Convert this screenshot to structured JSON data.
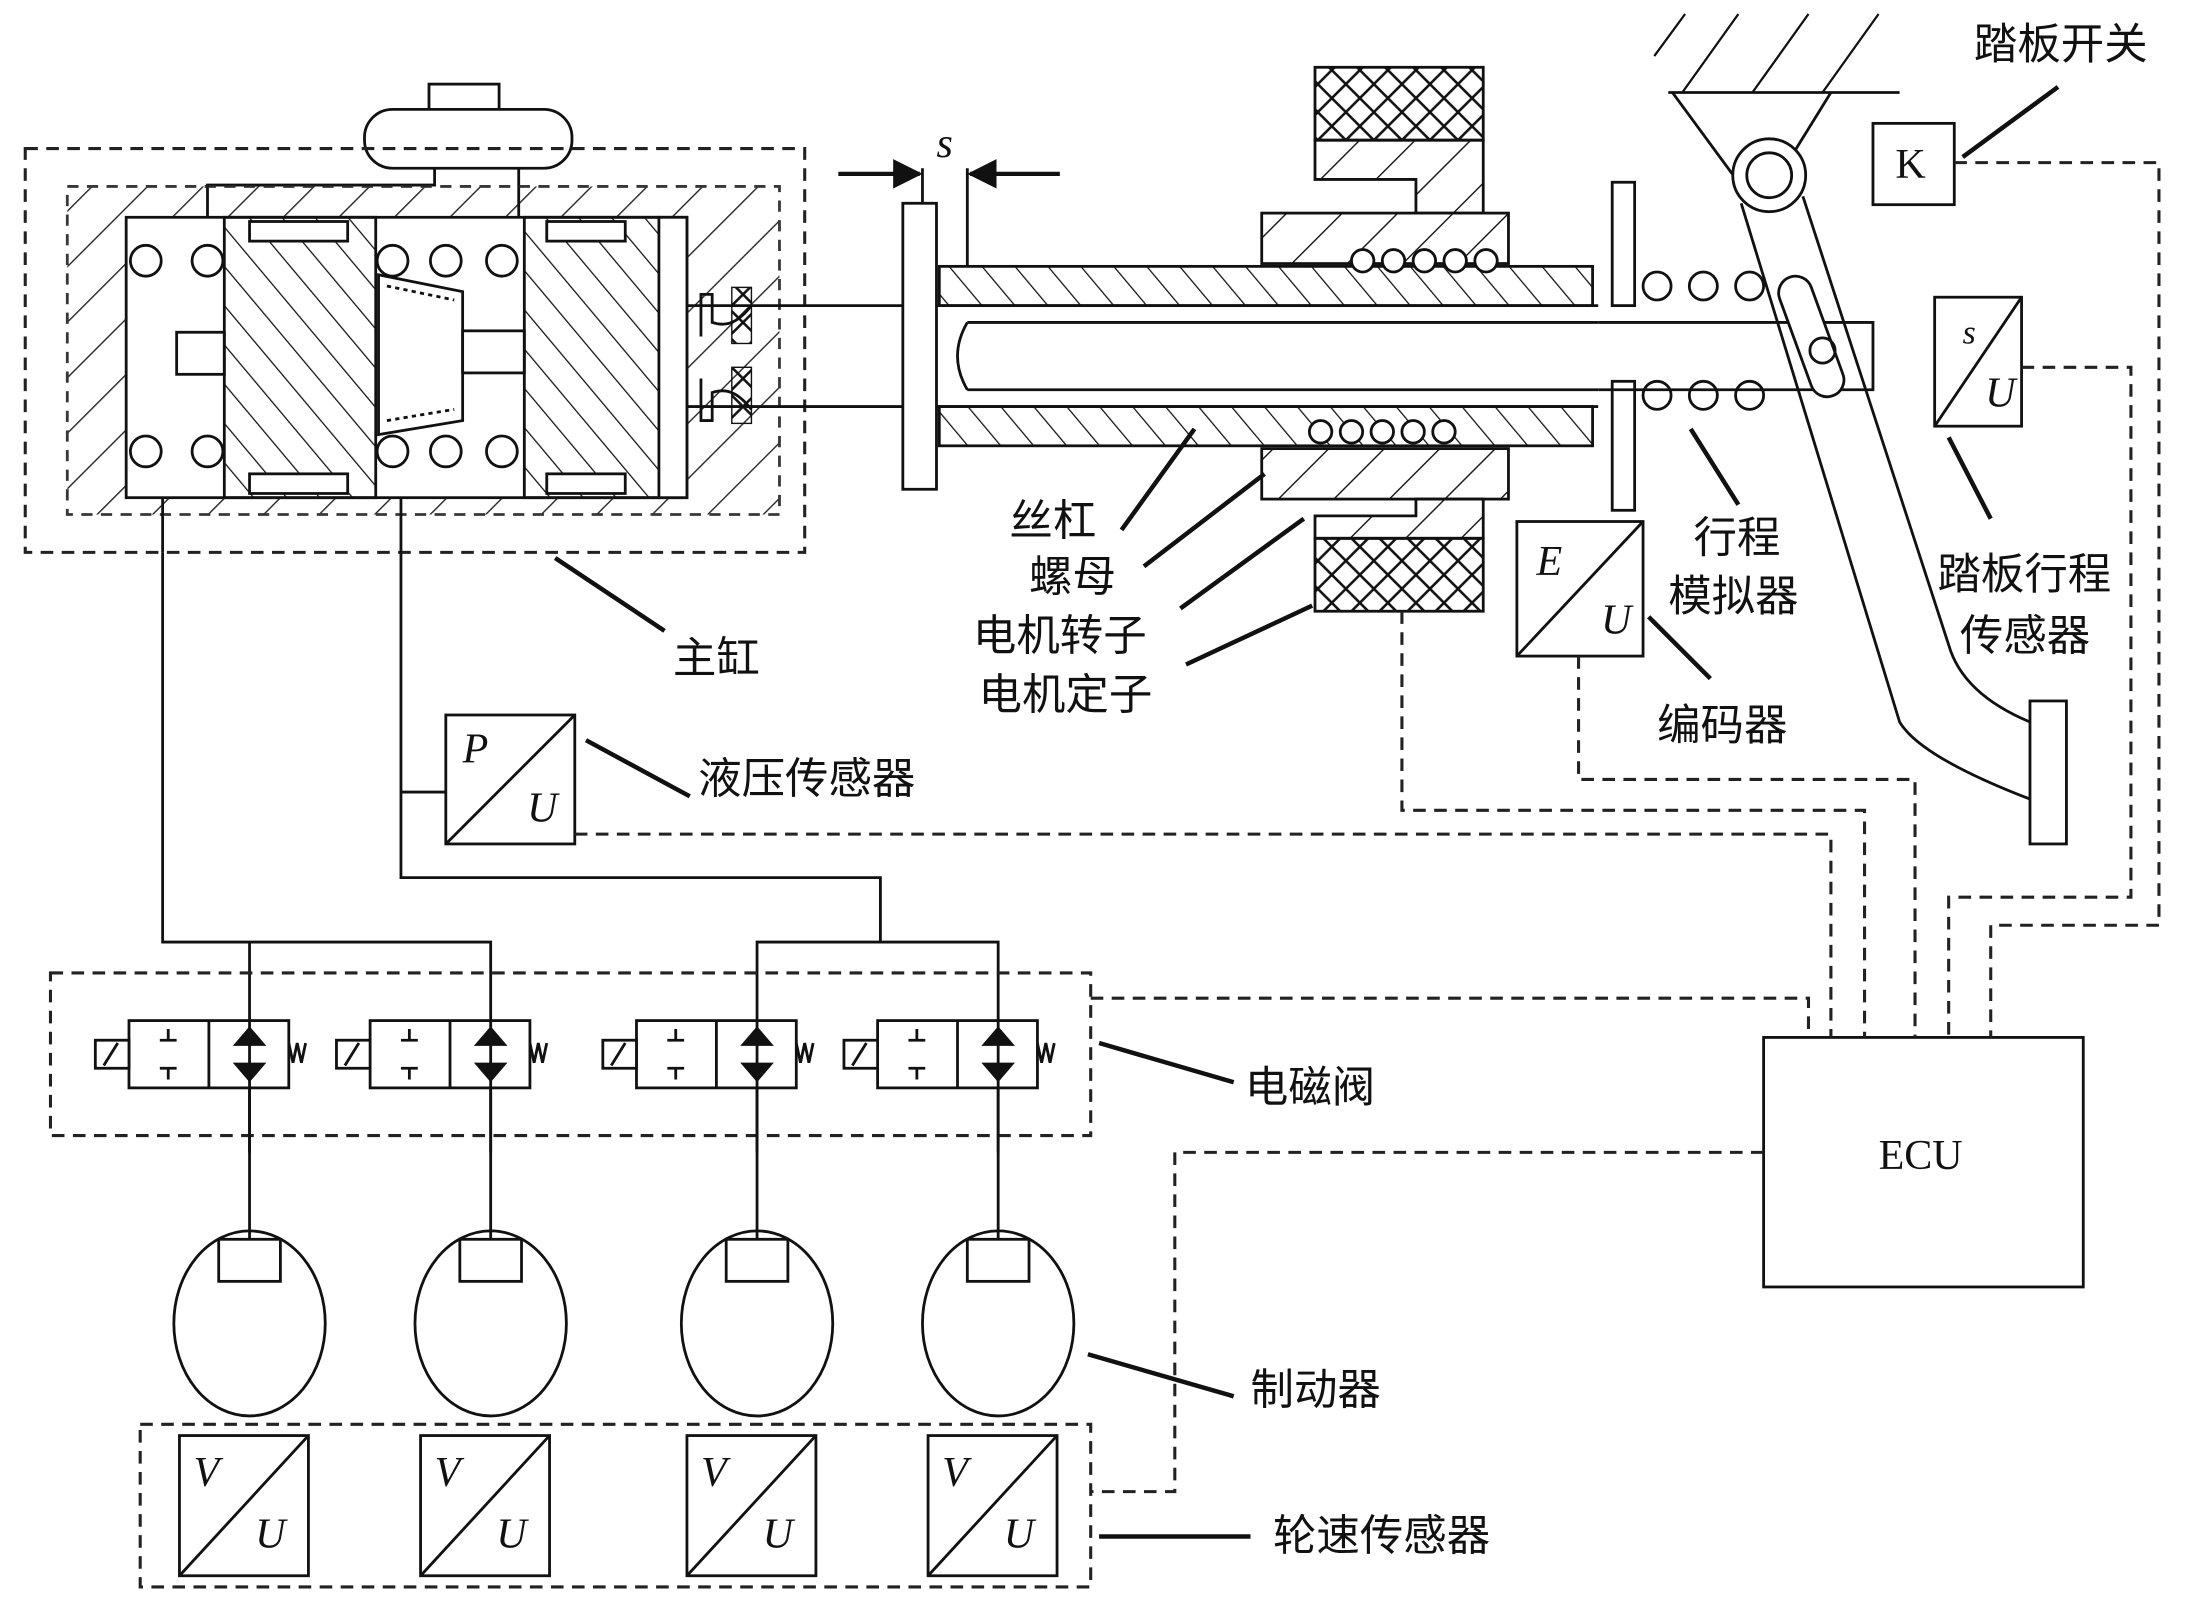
{
  "figure": {
    "title": "Electro-mechanical brake booster system schematic",
    "labels": {
      "pedal_switch": "踏板开关",
      "pedal_switch_symbol": "K",
      "gap_symbol": "s",
      "lead_screw": "丝杠",
      "nut": "螺母",
      "motor_rotor": "电机转子",
      "motor_stator": "电机定子",
      "travel_simulator_line1": "行程",
      "travel_simulator_line2": "模拟器",
      "pedal_travel_sensor_line1": "踏板行程",
      "pedal_travel_sensor_line2": "传感器",
      "encoder": "编码器",
      "master_cylinder": "主缸",
      "hydraulic_sensor": "液压传感器",
      "solenoid_valves": "电磁阀",
      "brakes": "制动器",
      "wheel_speed_sensors": "轮速传感器",
      "ecu": "ECU"
    },
    "sensors": {
      "pedal_travel": {
        "input": "s",
        "output": "U"
      },
      "encoder": {
        "input": "E",
        "output": "U"
      },
      "pressure": {
        "input": "P",
        "output": "U"
      },
      "wheel_speed": [
        {
          "input": "V",
          "output": "U"
        },
        {
          "input": "V",
          "output": "U"
        },
        {
          "input": "V",
          "output": "U"
        },
        {
          "input": "V",
          "output": "U"
        }
      ]
    },
    "counts": {
      "solenoid_valves": 4,
      "brakes": 4,
      "wheel_speed_sensors": 4
    }
  }
}
